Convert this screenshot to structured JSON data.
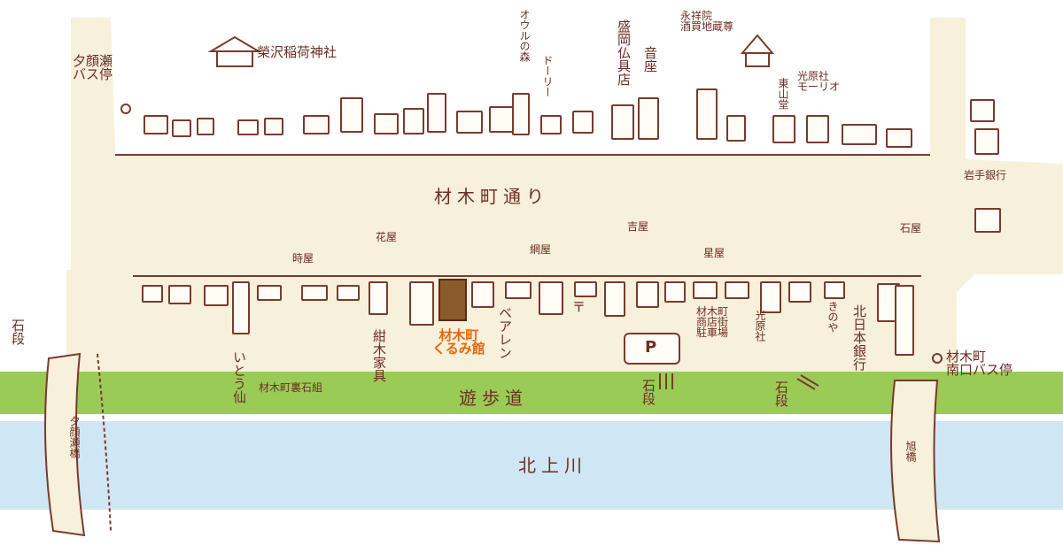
{
  "colors": {
    "road": "#f7f0da",
    "promenade": "#9acb56",
    "river": "#cfe6f5",
    "ink": "#6e2d24",
    "highlight": "#e8670f"
  },
  "map": {
    "main_street": "材木町通り",
    "promenade": "遊歩道",
    "river": "北上川",
    "bus_stops": {
      "yugaose": "夕顔瀬\nバス停",
      "minami": "材木町\n南口バス停"
    },
    "bridges": {
      "yugaose": "夕顔瀬橋",
      "asahi": "旭橋"
    },
    "north_side": {
      "shrine": "榮沢稲荷神社",
      "temple": "永祥院\n酒買地蔵尊",
      "owl_forest": "オウルの森",
      "dori": "ドーリー",
      "moriokabutsu": "盛岡仏具店",
      "otoza": "音座",
      "higashiyamado": "東山堂",
      "kogensha_n": "光原社\nモーリオ",
      "iwate_bank": "岩手銀行"
    },
    "south_side": {
      "hanaya": "花屋",
      "tokiya": "時屋",
      "yoshiya": "吉屋",
      "amiya": "網屋",
      "hoshiya": "星屋",
      "ishiya": "石屋",
      "zaimokucho_kurumikan": "材木町\nくるみ館",
      "hisashigu": "紺木家具",
      "beallen": "ベアレン",
      "itoya": "いとう仙",
      "stone_group": "材木町裏石組",
      "zaimokucho_shoten": "材木町\n商店街\n駐車場",
      "kogensha_s": "光原社",
      "kinya": "きのや",
      "kitanihon_bank": "北日本銀行",
      "ishidan": "石段"
    },
    "parking": "P",
    "toilet_marker": "〒"
  }
}
